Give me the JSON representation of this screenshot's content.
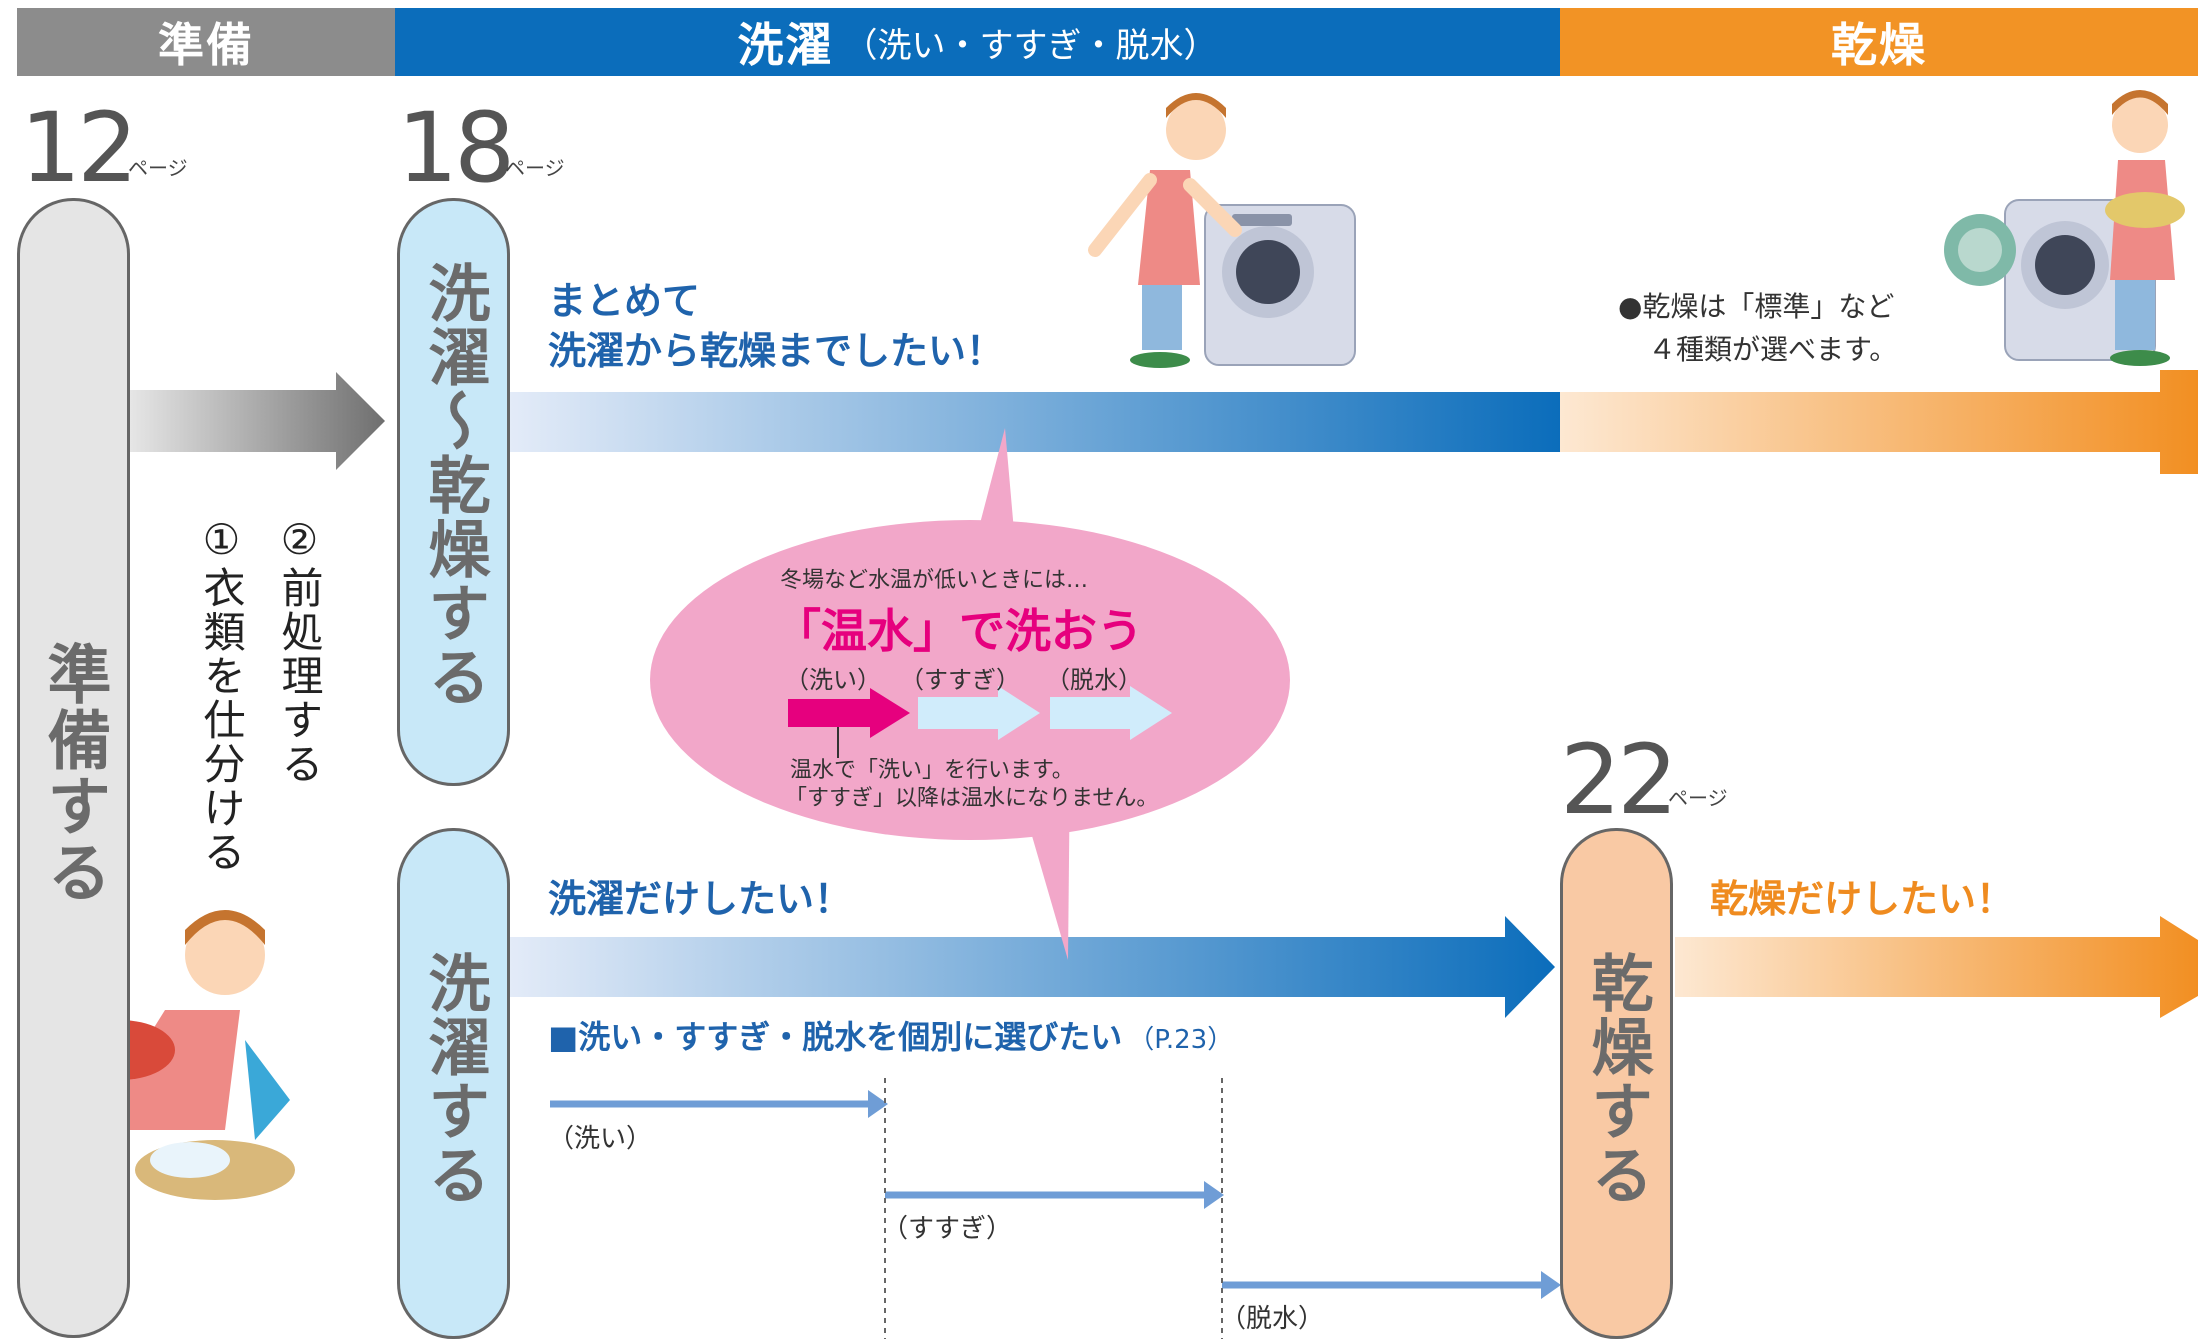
{
  "header": {
    "prep": "準備",
    "wash": "洗濯",
    "wash_sub": "（洗い・すすぎ・脱水）",
    "dry": "乾燥"
  },
  "colors": {
    "prep": "#8c8c8c",
    "wash": "#0b6dbb",
    "dry": "#f29325",
    "pink": "#f2a7c9",
    "magenta": "#e6007e",
    "pill_blue": "#c8e8f8",
    "pill_orange": "#f9c9a4"
  },
  "pages": {
    "prep_num": "12",
    "wash_dry_num": "18",
    "dry_num": "22",
    "page_label": "ページ"
  },
  "prep": {
    "pill": "準備する",
    "step2": "②前処理する",
    "step1": "①衣類を仕分ける"
  },
  "wash_dry": {
    "pill": "洗濯〜乾燥する",
    "line1": "まとめて",
    "line2": "洗濯から乾燥までしたい！",
    "dry_note1": "●乾燥は「標準」など",
    "dry_note2": "４種類が選べます。"
  },
  "bubble": {
    "lead": "冬場など水温が低いときには…",
    "title": "「温水」で洗おう",
    "step_wash": "（洗い）",
    "step_rinse": "（すすぎ）",
    "step_spin": "（脱水）",
    "note1": "温水で「洗い」を行います。",
    "note2": "「すすぎ」以降は温水になりません。"
  },
  "wash_only": {
    "pill": "洗濯する",
    "title": "洗濯だけしたい！",
    "individual": "■洗い・すすぎ・脱水を個別に選びたい",
    "individual_ref": "（P.23）",
    "step_wash": "（洗い）",
    "step_rinse": "（すすぎ）",
    "step_spin": "（脱水）"
  },
  "dry_only": {
    "pill": "乾燥する",
    "title": "乾燥だけしたい！"
  }
}
